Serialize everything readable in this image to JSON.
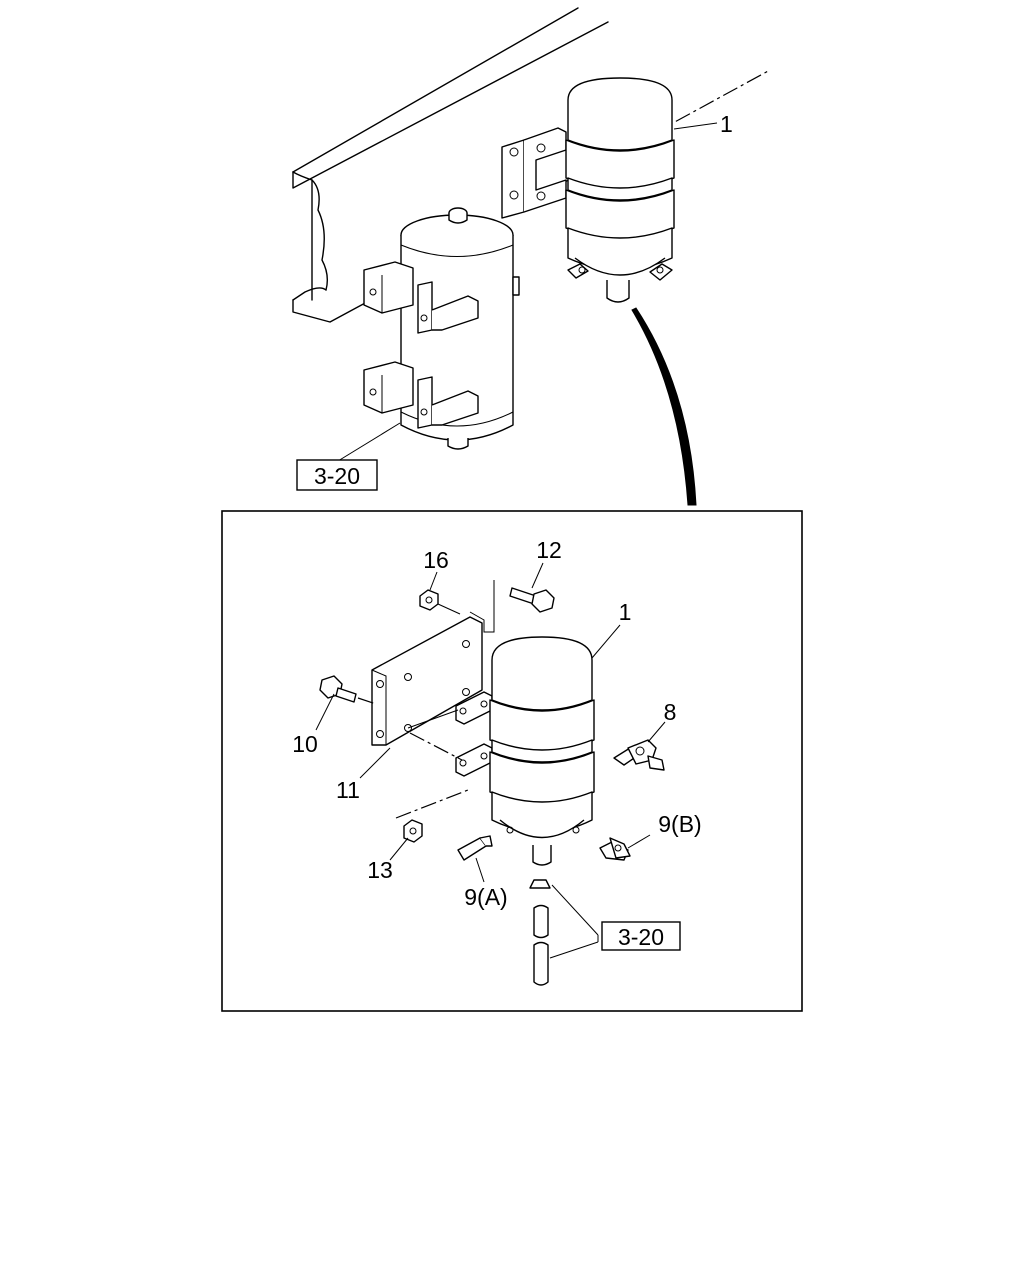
{
  "callouts": {
    "top_tank": "1",
    "ref_top": "3-20",
    "detail_tank": "1",
    "connector_8": "8",
    "fitting_9b": "9(B)",
    "fitting_9a": "9(A)",
    "bolt_10": "10",
    "bracket_11": "11",
    "bolt_12": "12",
    "nut_13": "13",
    "nut_16": "16",
    "ref_detail": "3-20"
  }
}
